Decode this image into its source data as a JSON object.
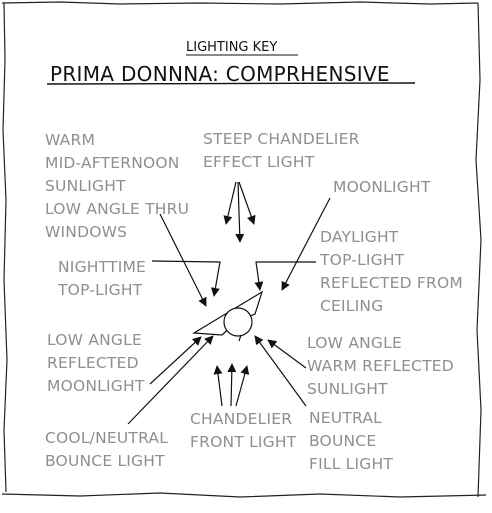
{
  "header": {
    "key_label": "LIGHTING KEY",
    "title": "PRIMA DONNNA: COMPRHENSIVE"
  },
  "labels": {
    "warm_sunlight": [
      "WARM",
      "MID-AFTERNOON",
      "SUNLIGHT",
      "LOW ANGLE THRU",
      "WINDOWS"
    ],
    "chandelier_effect": [
      "STEEP CHANDELIER",
      "EFFECT LIGHT"
    ],
    "moonlight": [
      "MOONLIGHT"
    ],
    "daylight_toplight": [
      "DAYLIGHT",
      "TOP-LIGHT",
      "REFLECTED FROM",
      "CEILING"
    ],
    "nighttime_toplight": [
      "NIGHTTIME",
      "TOP-LIGHT"
    ],
    "reflected_moonlight": [
      "LOW ANGLE",
      "REFLECTED",
      "MOONLIGHT"
    ],
    "warm_reflected_sunlight": [
      "LOW ANGLE",
      "WARM REFLECTED",
      "SUNLIGHT"
    ],
    "chandelier_front": [
      "CHANDELIER",
      "FRONT LIGHT"
    ],
    "cool_bounce": [
      "COOL/NEUTRAL",
      "BOUNCE LIGHT"
    ],
    "neutral_bounce": [
      "NEUTRAL",
      "BOUNCE",
      "FILL LIGHT"
    ]
  },
  "colors": {
    "label_text": "#8f8f8f",
    "ink": "#111111",
    "paper": "#ffffff"
  }
}
